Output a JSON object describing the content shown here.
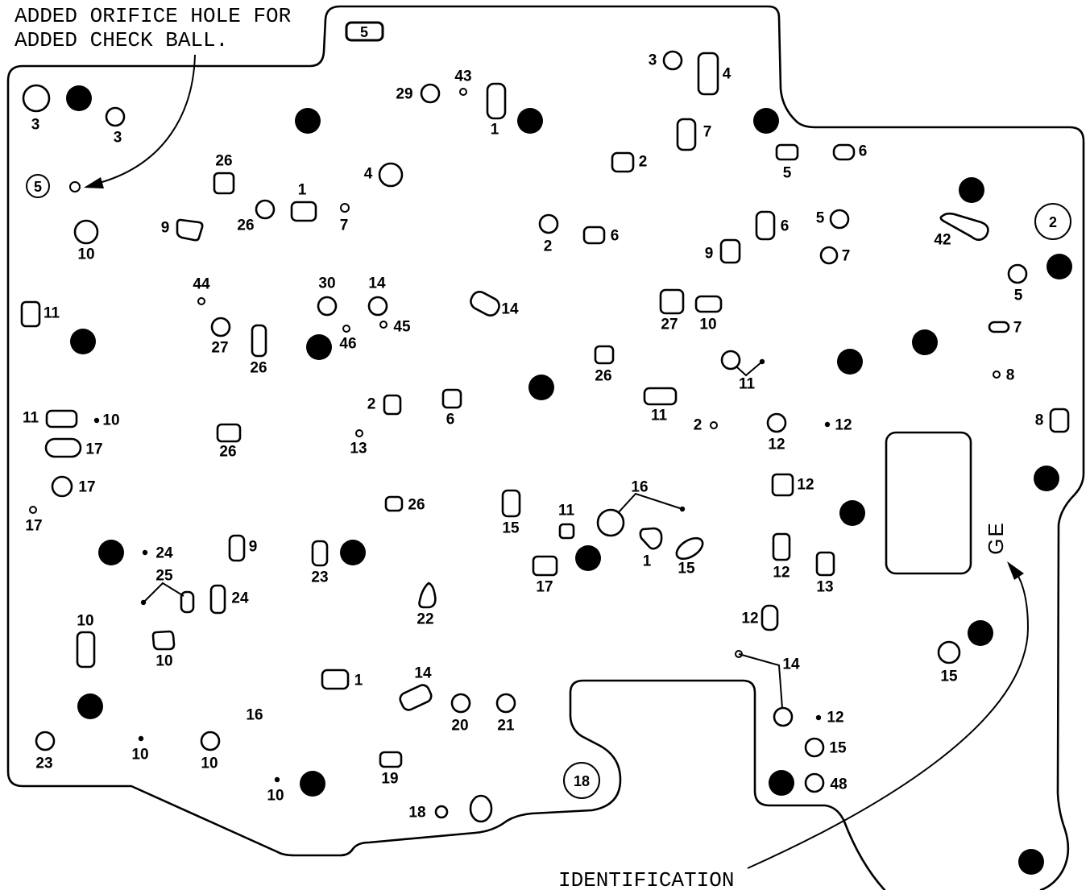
{
  "colors": {
    "ink": "#000000",
    "background": "#ffffff"
  },
  "notes": {
    "orifice_line1": "ADDED ORIFICE HOLE FOR",
    "orifice_line2": "ADDED CHECK BALL.",
    "identification": "IDENTIFICATION"
  },
  "plate": {
    "identification_mark": "GE",
    "boxed_number": "5",
    "circled_numbers": [
      "5",
      "2",
      "18"
    ]
  },
  "hole_labels": [
    "3",
    "3",
    "10",
    "11",
    "11",
    "10",
    "17",
    "17",
    "17",
    "24",
    "25",
    "24",
    "10",
    "10",
    "23",
    "10",
    "10",
    "16",
    "10",
    "26",
    "26",
    "1",
    "7",
    "9",
    "44",
    "27",
    "26",
    "30",
    "14",
    "45",
    "46",
    "29",
    "43",
    "1",
    "4",
    "2",
    "13",
    "26",
    "9",
    "23",
    "26",
    "22",
    "1",
    "14",
    "20",
    "21",
    "19",
    "18",
    "6",
    "14",
    "2",
    "6",
    "2",
    "3",
    "4",
    "7",
    "5",
    "6",
    "6",
    "5",
    "7",
    "9",
    "27",
    "10",
    "26",
    "11",
    "11",
    "2",
    "12",
    "12",
    "12",
    "15",
    "11",
    "16",
    "1",
    "15",
    "17",
    "12",
    "13",
    "12",
    "14",
    "12",
    "15",
    "48",
    "42",
    "5",
    "7",
    "8",
    "8",
    "15"
  ]
}
